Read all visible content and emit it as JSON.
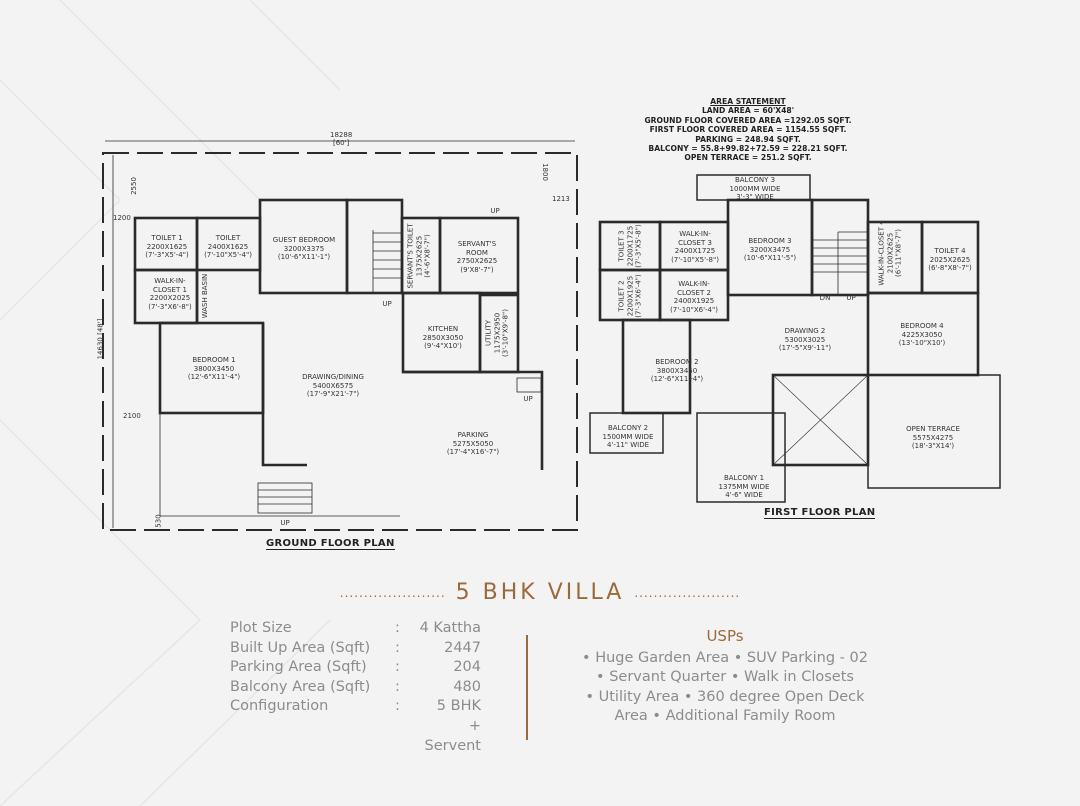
{
  "area_statement": {
    "heading": "AREA STATEMENT",
    "lines": [
      "LAND AREA = 60'X48'",
      "GROUND FLOOR COVERED AREA =1292.05 SQFT.",
      "FIRST FLOOR COVERED AREA = 1154.55 SQFT.",
      "PARKING = 248.94 SQFT.",
      "BALCONY = 55.8+99.82+72.59 = 228.21 SQFT.",
      "OPEN TERRACE = 251.2 SQFT."
    ]
  },
  "ground_floor": {
    "title": "GROUND FLOOR PLAN",
    "dimensions": {
      "width_mm": "18288",
      "width_ft": "[60']",
      "depth_mm": "14630",
      "depth_ft": "[48']",
      "d_2550": "2550",
      "d_1200": "1200",
      "d_2100": "2100",
      "d_530": "530",
      "d_1800": "1800",
      "d_1213": "1213"
    },
    "rooms": [
      {
        "name": "TOILET 1",
        "size": "2200X1625",
        "ft": "(7'-3\"X5'-4\")"
      },
      {
        "name": "TOILET",
        "size": "2400X1625",
        "ft": "(7'-10\"X5'-4\")"
      },
      {
        "name": "GUEST BEDROOM",
        "size": "3200X3375",
        "ft": "(10'-6\"X11'-1\")"
      },
      {
        "name": "WALK-IN-CLOSET 1",
        "size": "2200X2025",
        "ft": "(7'-3\"X6'-8\")"
      },
      {
        "name": "WASH BASIN",
        "size": "",
        "ft": ""
      },
      {
        "name": "SERVANT'S TOILET",
        "size": "1375X2625",
        "ft": "(4'-6\"X8'-7\")"
      },
      {
        "name": "SERVANT'S ROOM",
        "size": "2750X2625",
        "ft": "(9'X8'-7\")"
      },
      {
        "name": "KITCHEN",
        "size": "2850X3050",
        "ft": "(9'-4\"X10')"
      },
      {
        "name": "UTILITY",
        "size": "1175X2950",
        "ft": "(3'-10\"X9'-8\")"
      },
      {
        "name": "BEDROOM 1",
        "size": "3800X3450",
        "ft": "(12'-6\"X11'-4\")"
      },
      {
        "name": "DRAWING/DINING",
        "size": "5400X6575",
        "ft": "(17'-9\"X21'-7\")"
      },
      {
        "name": "PARKING",
        "size": "5275X5050",
        "ft": "(17'-4\"X16'-7\")"
      }
    ],
    "up_labels": [
      "UP",
      "UP",
      "UP",
      "UP"
    ]
  },
  "first_floor": {
    "title": "FIRST FLOOR PLAN",
    "rooms": [
      {
        "name": "BALCONY 3",
        "size": "1000MM WIDE",
        "ft": "3'-3\" WIDE"
      },
      {
        "name": "TOILET 3",
        "size": "2200X1725",
        "ft": "(7'-3\"X5'-8\")"
      },
      {
        "name": "WALK-IN-CLOSET 3",
        "size": "2400X1725",
        "ft": "(7'-10\"X5'-8\")"
      },
      {
        "name": "BEDROOM 3",
        "size": "3200X3475",
        "ft": "(10'-6\"X11'-5\")"
      },
      {
        "name": "WALK-IN-CLOSET 4",
        "size": "2100X2625",
        "ft": "(6'-11\"X8'-7\")"
      },
      {
        "name": "TOILET 4",
        "size": "2025X2625",
        "ft": "(6'-8\"X8'-7\")"
      },
      {
        "name": "TOILET 2",
        "size": "2200X1925",
        "ft": "(7'-3\"X6'-4\")"
      },
      {
        "name": "WALK-IN-CLOSET 2",
        "size": "2400X1925",
        "ft": "(7'-10\"X6'-4\")"
      },
      {
        "name": "DRAWING 2",
        "size": "5300X3025",
        "ft": "(17'-5\"X9'-11\")"
      },
      {
        "name": "BEDROOM 4",
        "size": "4225X3050",
        "ft": "(13'-10\"X10')"
      },
      {
        "name": "BEDROOM 2",
        "size": "3800X3450",
        "ft": "(12'-6\"X11'-4\")"
      },
      {
        "name": "BALCONY 2",
        "size": "1500MM WIDE",
        "ft": "4'-11\" WIDE"
      },
      {
        "name": "OPEN TERRACE",
        "size": "5575X4275",
        "ft": "(18'-3\"X14')"
      },
      {
        "name": "BALCONY 1",
        "size": "1375MM WIDE",
        "ft": "4'-6\" WIDE"
      }
    ],
    "stair_labels": [
      "DN",
      "UP"
    ]
  },
  "title": "5 BHK VILLA",
  "title_dots": "......................",
  "specs": [
    {
      "label": "Plot Size",
      "sep": ":",
      "value": "4 Kattha"
    },
    {
      "label": "Built Up Area (Sqft)",
      "sep": ":",
      "value": "2447"
    },
    {
      "label": "Parking Area (Sqft)",
      "sep": ":",
      "value": "204"
    },
    {
      "label": "Balcony Area (Sqft)",
      "sep": ":",
      "value": "480"
    },
    {
      "label": "Configuration",
      "sep": ":",
      "value": "5 BHK"
    },
    {
      "label": "",
      "sep": "",
      "value": "+ Servent"
    }
  ],
  "usps": {
    "heading": "USPs",
    "lines": [
      "• Huge Garden Area •  SUV Parking - 02",
      "• Servant Quarter •  Walk in Closets",
      "• Utility Area •  360 degree Open Deck",
      "Area •  Additional Family Room"
    ]
  },
  "colors": {
    "accent": "#9a6a3c",
    "text_gray": "#8c8c8c",
    "wall": "#2a2a2a",
    "background": "#f3f3f3"
  }
}
